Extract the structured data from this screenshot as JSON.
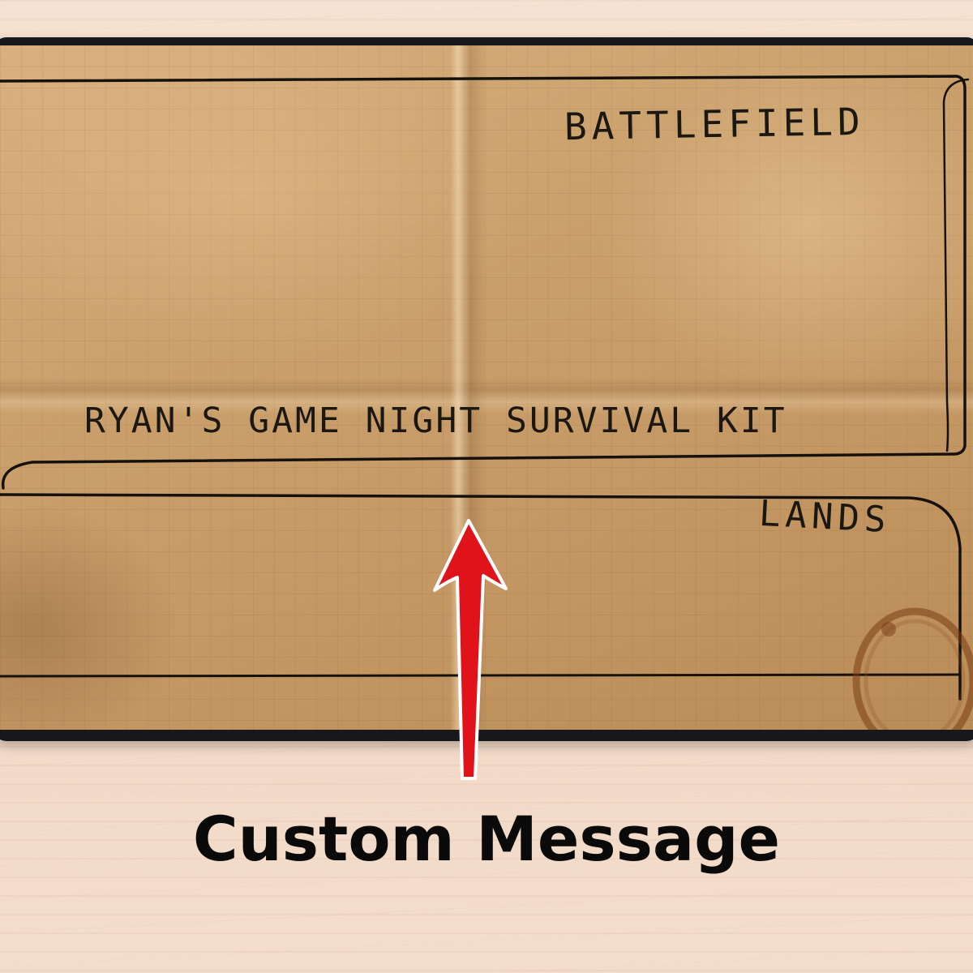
{
  "playmat": {
    "zone_labels": {
      "battlefield": "BATTLEFIELD",
      "lands": "LANDS"
    },
    "custom_text": "RYAN'S GAME NIGHT SURVIVAL KIT"
  },
  "caption": "Custom Message",
  "colors": {
    "arrow": "#e0121a",
    "ink": "#1b1712",
    "mat_edge": "#17171c"
  },
  "icons": [
    "up-arrow-icon",
    "coffee-stain-icon"
  ]
}
